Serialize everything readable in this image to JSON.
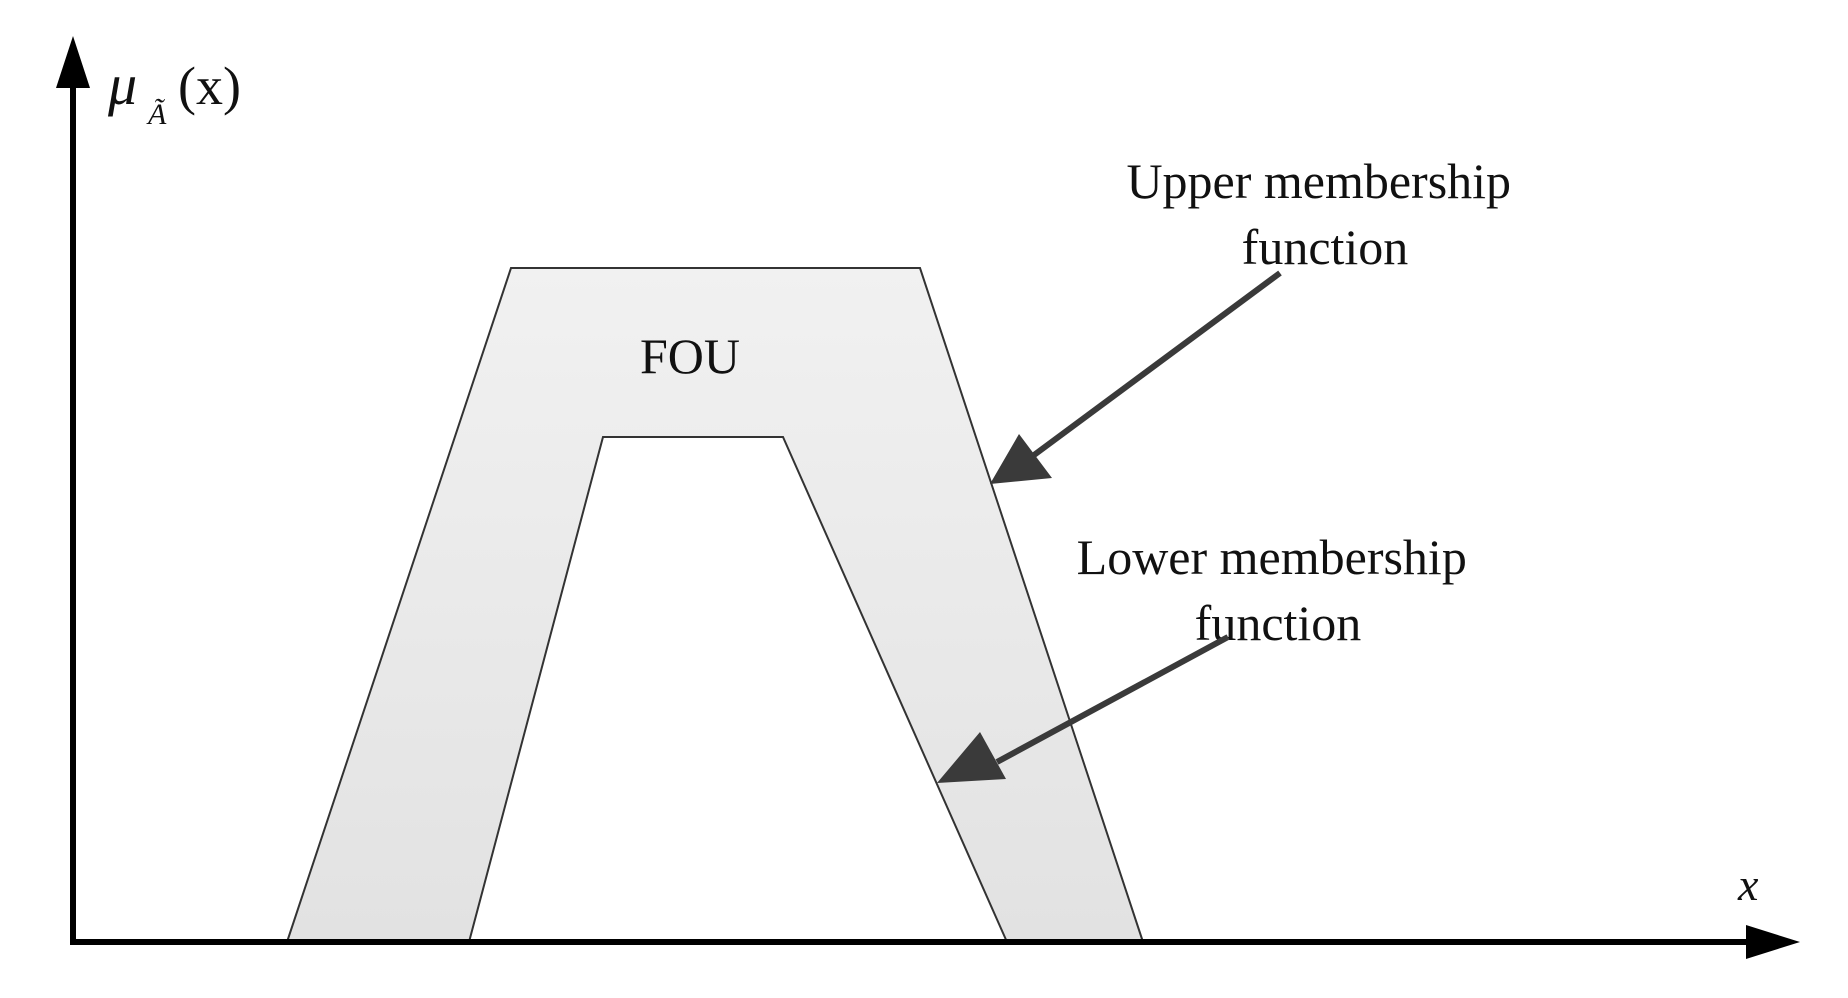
{
  "y_axis_label": {
    "symbol": "μ",
    "subscript": "Ã",
    "argument": "(x)"
  },
  "x_axis_label": "x",
  "fou_label": "FOU",
  "upper_label": {
    "line1": "Upper membership",
    "line2": "function"
  },
  "lower_label": {
    "line1": "Lower membership",
    "line2": "function"
  },
  "colors": {
    "axis": "#000000",
    "fou_fill": "#e8e8e8",
    "outline": "#333333",
    "arrow": "#3a3a3a",
    "text": "#111111"
  }
}
